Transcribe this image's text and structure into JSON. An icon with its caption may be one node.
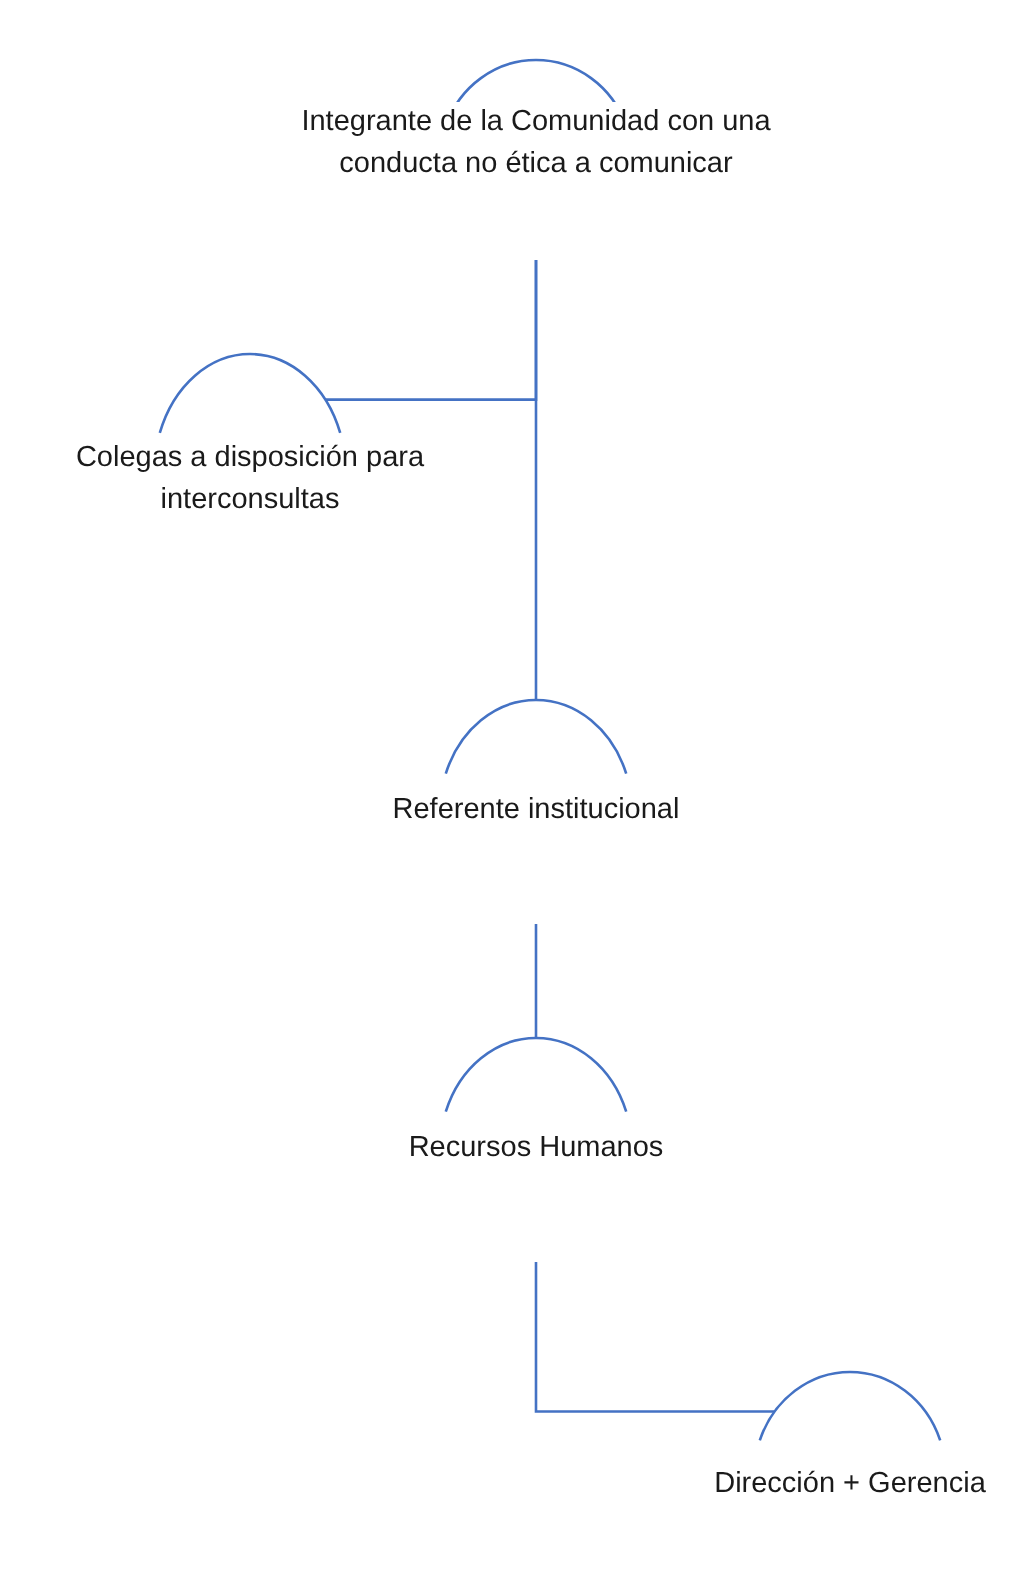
{
  "diagram": {
    "nodes": [
      {
        "text": [
          "Integrante de la Comunidad con una conducta no ética a comunicar"
        ]
      },
      {
        "text": [
          "Colegas a disposición para interconsultas"
        ]
      },
      {
        "text": [
          "Referente institucional"
        ]
      },
      {
        "text": [
          "Recursos Humanos"
        ]
      },
      {
        "text": [
          "Dirección + Gerencia"
        ]
      }
    ],
    "edges": [
      {
        "from": 0,
        "to": 1,
        "arrow": "none"
      },
      {
        "from": 0,
        "to": 2,
        "arrow": "none"
      },
      {
        "from": 2,
        "to": 3,
        "arrow": "none"
      },
      {
        "from": 3,
        "to": 4,
        "arrow": "none"
      }
    ]
  }
}
